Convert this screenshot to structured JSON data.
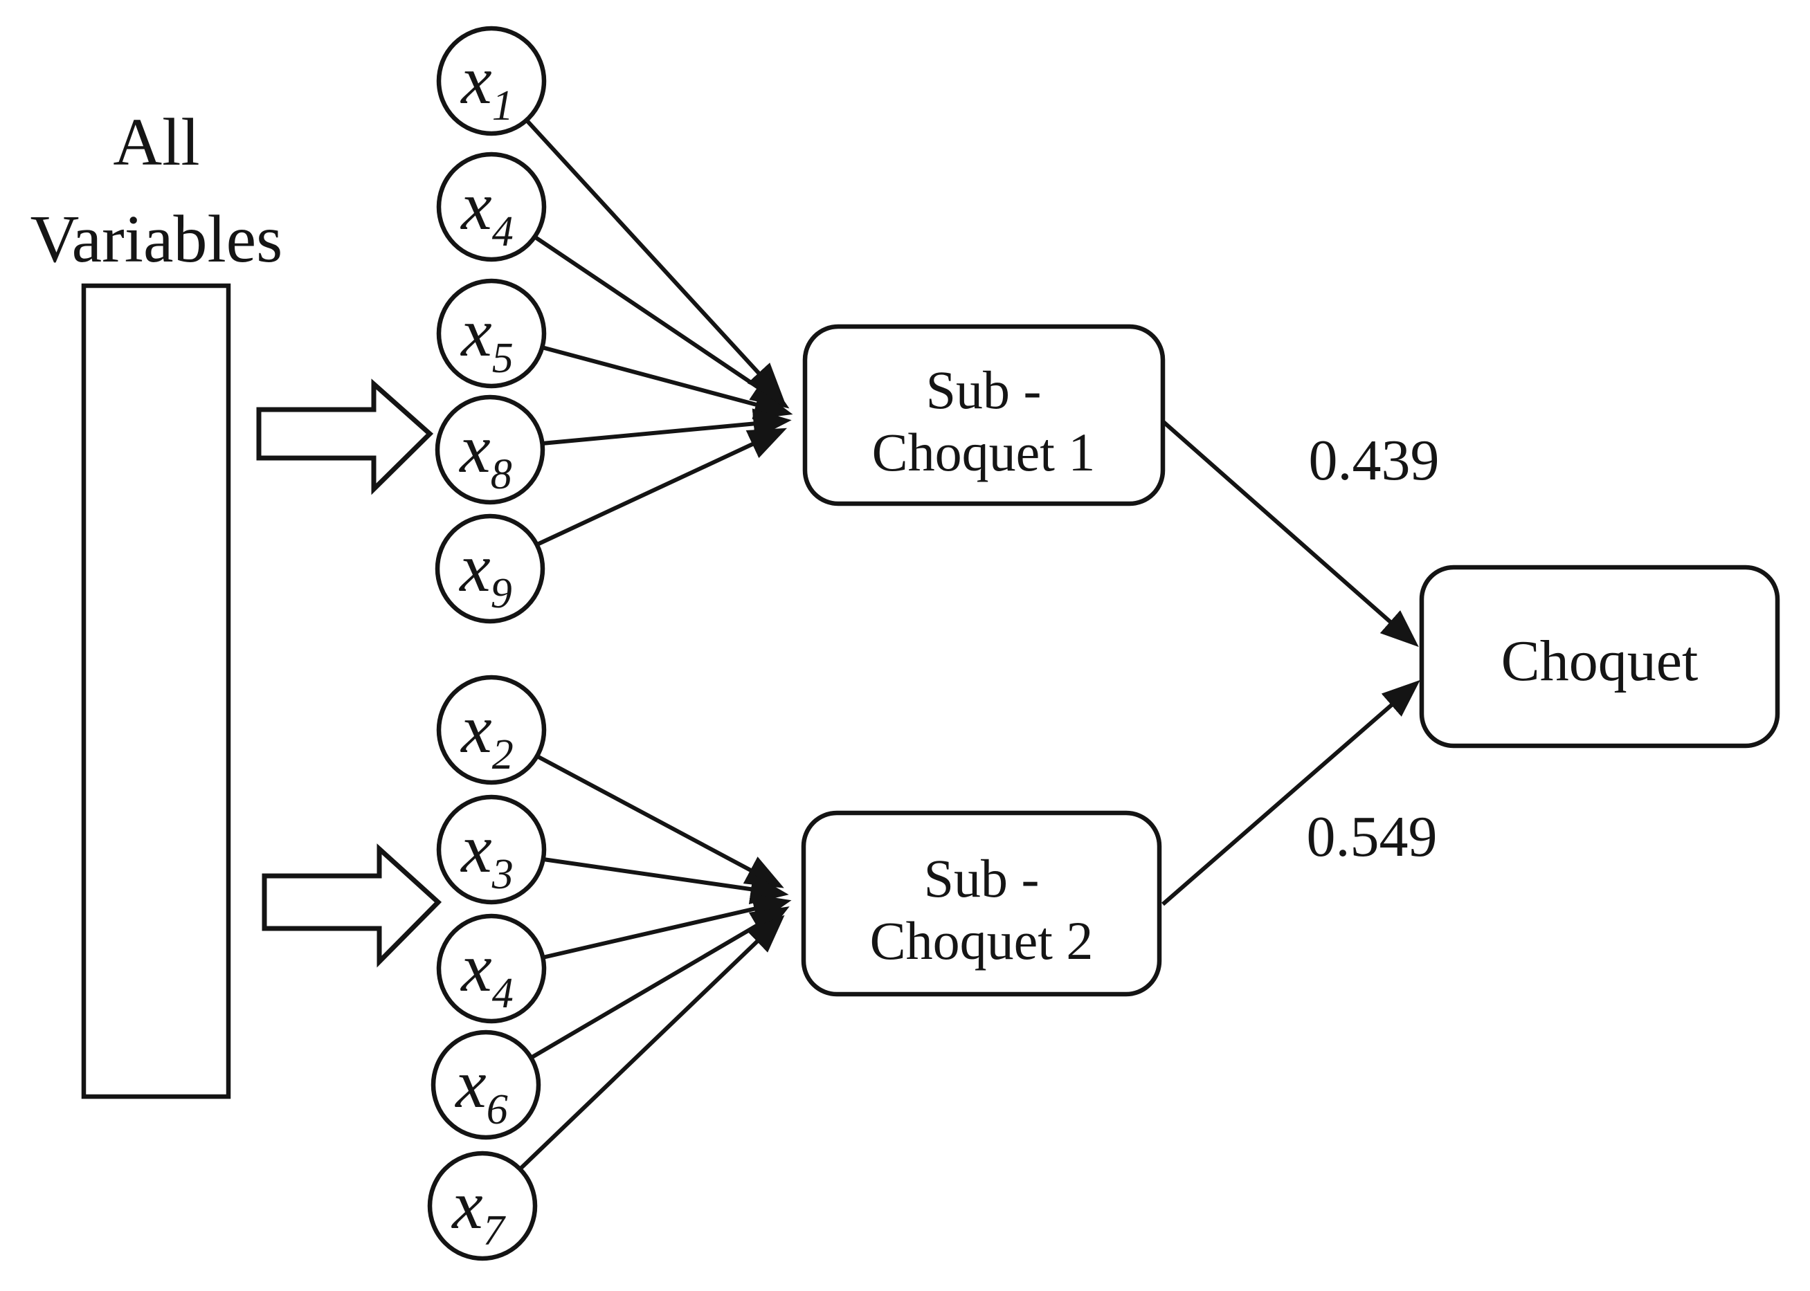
{
  "title": {
    "line1": "All",
    "line2": "Variables"
  },
  "groups": [
    {
      "name": "group-1",
      "variables": [
        {
          "base": "x",
          "sub": "1"
        },
        {
          "base": "x",
          "sub": "4"
        },
        {
          "base": "x",
          "sub": "5"
        },
        {
          "base": "x",
          "sub": "8"
        },
        {
          "base": "x",
          "sub": "9"
        }
      ],
      "aggregator_line1": "Sub -",
      "aggregator_line2": "Choquet 1",
      "weight": "0.439"
    },
    {
      "name": "group-2",
      "variables": [
        {
          "base": "x",
          "sub": "2"
        },
        {
          "base": "x",
          "sub": "3"
        },
        {
          "base": "x",
          "sub": "4"
        },
        {
          "base": "x",
          "sub": "6"
        },
        {
          "base": "x",
          "sub": "7"
        }
      ],
      "aggregator_line1": "Sub -",
      "aggregator_line2": "Choquet 2",
      "weight": "0.549"
    }
  ],
  "output": {
    "label": "Choquet"
  },
  "colors": {
    "ink": "#141414",
    "background": "#ffffff"
  }
}
